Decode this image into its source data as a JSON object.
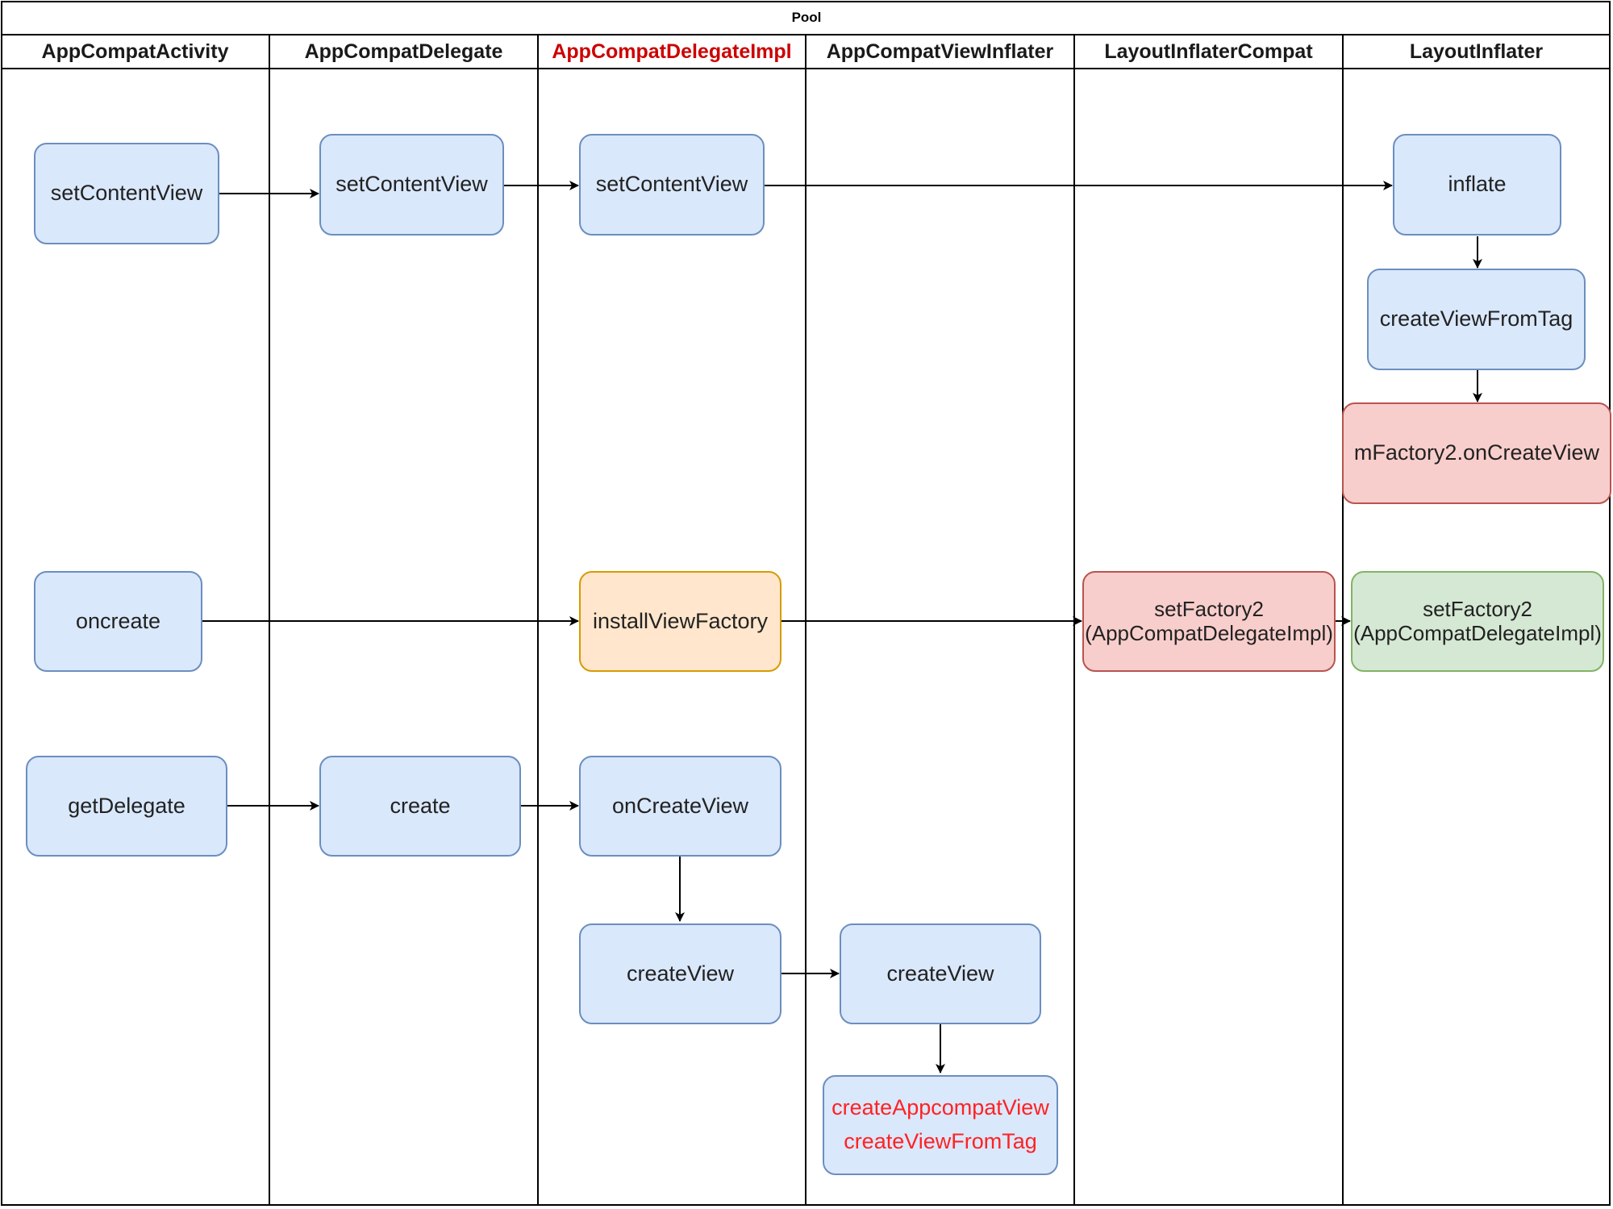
{
  "pool": {
    "title": "Pool"
  },
  "lanes": [
    {
      "label": "AppCompatActivity"
    },
    {
      "label": "AppCompatDelegate"
    },
    {
      "label": "AppCompatDelegateImpl",
      "highlight_color": "#cc0000"
    },
    {
      "label": "AppCompatViewInflater"
    },
    {
      "label": "LayoutInflaterCompat"
    },
    {
      "label": "LayoutInflater"
    }
  ],
  "nodes": {
    "activity_setContentView": {
      "label": "setContentView"
    },
    "delegate_setContentView": {
      "label": "setContentView"
    },
    "impl_setContentView": {
      "label": "setContentView"
    },
    "inflater_inflate": {
      "label": "inflate"
    },
    "inflater_createViewFromTag": {
      "label": "createViewFromTag"
    },
    "inflater_onCreateView": {
      "label": "mFactory2.onCreateView"
    },
    "activity_oncreate": {
      "label": "oncreate"
    },
    "impl_installViewFactory": {
      "label": "installViewFactory"
    },
    "compat_setFactory2": {
      "line1": "setFactory2",
      "line2": "(AppCompatDelegateImpl)"
    },
    "inflater_setFactory2": {
      "line1": "setFactory2",
      "line2": "(AppCompatDelegateImpl)"
    },
    "activity_getDelegate": {
      "label": "getDelegate"
    },
    "delegate_create": {
      "label": "create"
    },
    "impl_onCreateView": {
      "label": "onCreateView"
    },
    "impl_createView": {
      "label": "createView"
    },
    "viewinflater_createView": {
      "label": "createView"
    },
    "viewinflater_methods": {
      "line1": "createAppcompatView",
      "line2": "createViewFromTag"
    }
  },
  "edges": [
    {
      "from": "activity_setContentView",
      "to": "delegate_setContentView"
    },
    {
      "from": "delegate_setContentView",
      "to": "impl_setContentView"
    },
    {
      "from": "impl_setContentView",
      "to": "inflater_inflate"
    },
    {
      "from": "inflater_inflate",
      "to": "inflater_createViewFromTag"
    },
    {
      "from": "inflater_createViewFromTag",
      "to": "inflater_onCreateView"
    },
    {
      "from": "activity_oncreate",
      "to": "impl_installViewFactory"
    },
    {
      "from": "impl_installViewFactory",
      "to": "compat_setFactory2"
    },
    {
      "from": "compat_setFactory2",
      "to": "inflater_setFactory2"
    },
    {
      "from": "activity_getDelegate",
      "to": "delegate_create"
    },
    {
      "from": "delegate_create",
      "to": "impl_onCreateView"
    },
    {
      "from": "impl_onCreateView",
      "to": "impl_createView"
    },
    {
      "from": "impl_createView",
      "to": "viewinflater_createView"
    },
    {
      "from": "viewinflater_createView",
      "to": "viewinflater_methods"
    }
  ],
  "colors": {
    "node_fill": "#dae8fc",
    "node_stroke": "#6c8ebf",
    "orange_fill": "#ffe6cc",
    "orange_stroke": "#d79b00",
    "red_fill": "#f8cecc",
    "red_stroke": "#b85450",
    "green_fill": "#d5e8d4",
    "green_stroke": "#82b366",
    "highlight_text": "#ff2222"
  }
}
